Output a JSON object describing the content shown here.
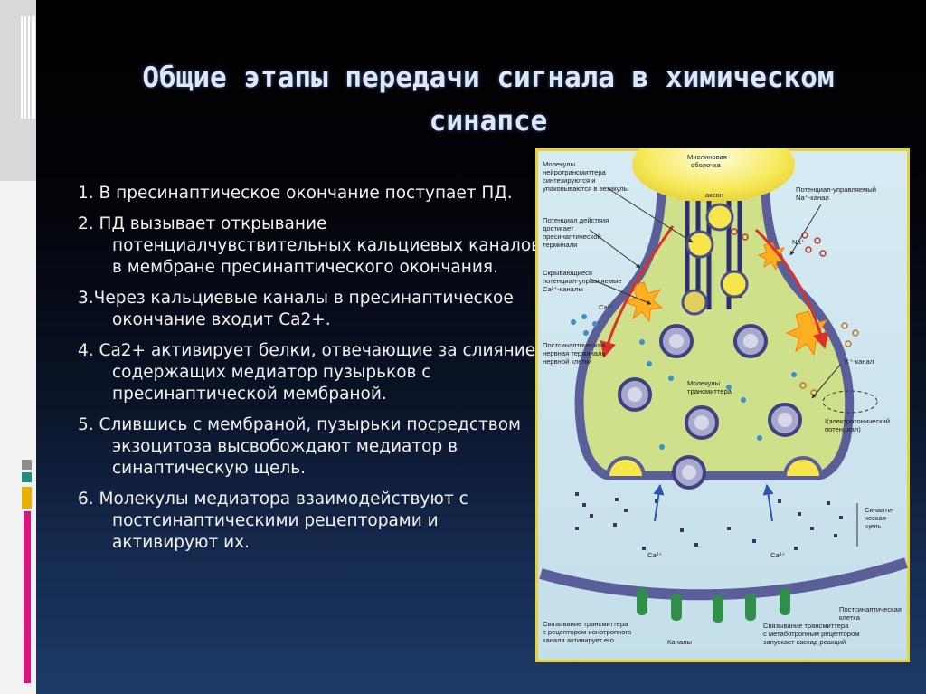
{
  "title": {
    "line1": "Общие этапы передачи сигнала в химическом",
    "line2": "синапсе"
  },
  "steps": [
    "1. В пресинаптическое окончание поступает ПД.",
    "2. ПД вызывает открывание потенциалчувствительных кальциевых каналов в мембране пресинаптического окончания.",
    "3.Через кальциевые каналы в пресинаптическое окончание входит Ca2+.",
    "4. Ca2+ активирует белки, отвечающие за слияние содержащих медиатор пузырьков с пресинаптической мембраной.",
    "5. Слившись с мембраной, пузырьки посредством экзоцитоза высвобождают медиатор в синаптическую щель.",
    "6. Молекулы медиатора взаимодействуют с постсинаптическими рецепторами и активируют их."
  ],
  "colors": {
    "diagram_bg": "#cfe4ee",
    "cytoplasm": "#cfe08a",
    "membrane": "#5a5f9a",
    "vesicle_yellow": "#f7e64a",
    "arrow_red": "#d8322a",
    "arrow_blue": "#2a55b0",
    "accent_yellow": "#e8b000",
    "accent_teal": "#1f8f7e",
    "accent_magenta": "#d6157e",
    "accent_gray": "#8c8c8c"
  },
  "diagram": {
    "labels": {
      "myelin": [
        "Миелиновая",
        "оболочка"
      ],
      "axon": "аксон",
      "nt_molecules": [
        "Молекулы",
        "нейротрансмиттера",
        "синтезируются и",
        "упаковываются в везикулы"
      ],
      "ap": [
        "Потенциал действия",
        "достигает",
        "пресинаптической",
        "терминали"
      ],
      "ca_channels": [
        "Скрывающиеся",
        "потенциал-управляемые",
        "Ca²⁺-каналы"
      ],
      "ca_ion": "Ca²⁺",
      "na_channel": [
        "Потенциал-управляемый",
        "Na⁺-канал"
      ],
      "na_ion": "Na⁺",
      "postsyn_terminal": [
        "Постсинаптическая",
        "нервная терминаль",
        "нервной клетки"
      ],
      "transmitter": [
        "Молекулы",
        "трансмиттера"
      ],
      "k_channel": "K⁺-канал",
      "electrotonic": [
        "I(электротонический",
        "потенциал)"
      ],
      "cleft": [
        "Синапти-",
        "ческая",
        "щель"
      ],
      "ca_bottom_left": "Ca²⁺",
      "ca_bottom_right": "Ca²⁺",
      "postsyn_cell": [
        "Постсинаптическая",
        "клетка"
      ],
      "ionotropic": [
        "Связывание трансмиттера",
        "с рецептором ионотропного",
        "канала активирует его"
      ],
      "channels": "Каналы",
      "metabotropic": [
        "Связывание трансмиттера",
        "с метаботропным рецептором",
        "запускает каскад реакций"
      ]
    }
  }
}
